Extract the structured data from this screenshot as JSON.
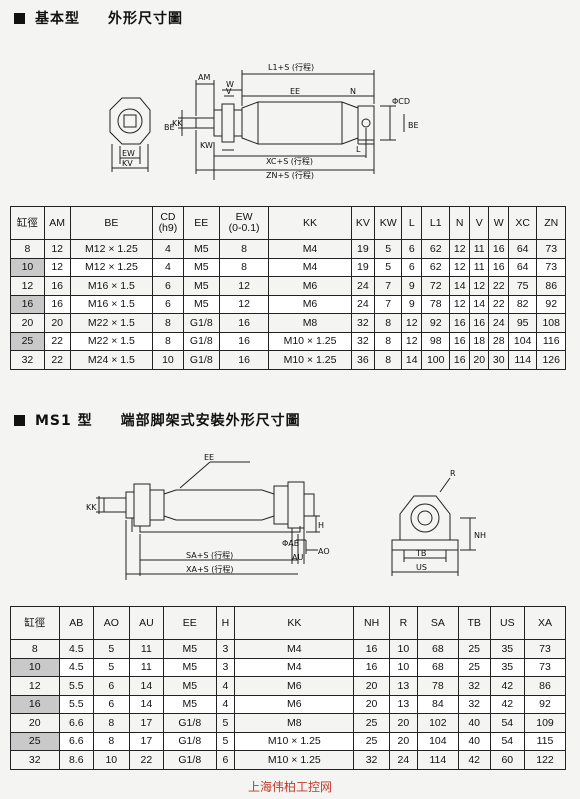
{
  "section1": {
    "title_a": "基本型",
    "title_b": "外形尺寸圖"
  },
  "section2": {
    "title_a": "MS1 型",
    "title_b": "端部脚架式安裝外形尺寸圖"
  },
  "drawing1": {
    "labels": [
      "AM",
      "W",
      "L1+S (行程)",
      "V",
      "N",
      "EE",
      "BE",
      "KK",
      "ΦCD",
      "BE",
      "EW",
      "KV",
      "KW",
      "L",
      "XC+S (行程)",
      "ZN+S (行程)"
    ]
  },
  "drawing2": {
    "labels": [
      "EE",
      "KK",
      "ΦAB",
      "H",
      "AO",
      "AU",
      "SA+S (行程)",
      "XA+S (行程)",
      "R",
      "NH",
      "TB",
      "US"
    ]
  },
  "table1": {
    "headers": [
      "缸徑",
      "AM",
      "BE",
      "CD\n(h9)",
      "EE",
      "EW\n(0-0.1)",
      "KK",
      "KV",
      "KW",
      "L",
      "L1",
      "N",
      "V",
      "W",
      "XC",
      "ZN"
    ],
    "rows": [
      [
        "8",
        "12",
        "M12 × 1.25",
        "4",
        "M5",
        "8",
        "M4",
        "19",
        "5",
        "6",
        "62",
        "12",
        "11",
        "16",
        "64",
        "73"
      ],
      [
        "10",
        "12",
        "M12 × 1.25",
        "4",
        "M5",
        "8",
        "M4",
        "19",
        "5",
        "6",
        "62",
        "12",
        "11",
        "16",
        "64",
        "73"
      ],
      [
        "12",
        "16",
        "M16 × 1.5",
        "6",
        "M5",
        "12",
        "M6",
        "24",
        "7",
        "9",
        "72",
        "14",
        "12",
        "22",
        "75",
        "86"
      ],
      [
        "16",
        "16",
        "M16 × 1.5",
        "6",
        "M5",
        "12",
        "M6",
        "24",
        "7",
        "9",
        "78",
        "12",
        "14",
        "22",
        "82",
        "92"
      ],
      [
        "20",
        "20",
        "M22 × 1.5",
        "8",
        "G1/8",
        "16",
        "M8",
        "32",
        "8",
        "12",
        "92",
        "16",
        "16",
        "24",
        "95",
        "108"
      ],
      [
        "25",
        "22",
        "M22 × 1.5",
        "8",
        "G1/8",
        "16",
        "M10 × 1.25",
        "32",
        "8",
        "12",
        "98",
        "16",
        "18",
        "28",
        "104",
        "116"
      ],
      [
        "32",
        "22",
        "M24 × 1.5",
        "10",
        "G1/8",
        "16",
        "M10 × 1.25",
        "36",
        "8",
        "14",
        "100",
        "16",
        "20",
        "30",
        "114",
        "126"
      ]
    ]
  },
  "table2": {
    "headers": [
      "缸徑",
      "AB",
      "AO",
      "AU",
      "EE",
      "H",
      "KK",
      "NH",
      "R",
      "SA",
      "TB",
      "US",
      "XA"
    ],
    "rows": [
      [
        "8",
        "4.5",
        "5",
        "11",
        "M5",
        "3",
        "M4",
        "16",
        "10",
        "68",
        "25",
        "35",
        "73"
      ],
      [
        "10",
        "4.5",
        "5",
        "11",
        "M5",
        "3",
        "M4",
        "16",
        "10",
        "68",
        "25",
        "35",
        "73"
      ],
      [
        "12",
        "5.5",
        "6",
        "14",
        "M5",
        "4",
        "M6",
        "20",
        "13",
        "78",
        "32",
        "42",
        "86"
      ],
      [
        "16",
        "5.5",
        "6",
        "14",
        "M5",
        "4",
        "M6",
        "20",
        "13",
        "84",
        "32",
        "42",
        "92"
      ],
      [
        "20",
        "6.6",
        "8",
        "17",
        "G1/8",
        "5",
        "M8",
        "25",
        "20",
        "102",
        "40",
        "54",
        "109"
      ],
      [
        "25",
        "6.6",
        "8",
        "17",
        "G1/8",
        "5",
        "M10 × 1.25",
        "25",
        "20",
        "104",
        "40",
        "54",
        "115"
      ],
      [
        "32",
        "8.6",
        "10",
        "22",
        "G1/8",
        "6",
        "M10 × 1.25",
        "32",
        "24",
        "114",
        "42",
        "60",
        "122"
      ]
    ]
  },
  "footer": {
    "text": "上海伟柏工控网"
  }
}
